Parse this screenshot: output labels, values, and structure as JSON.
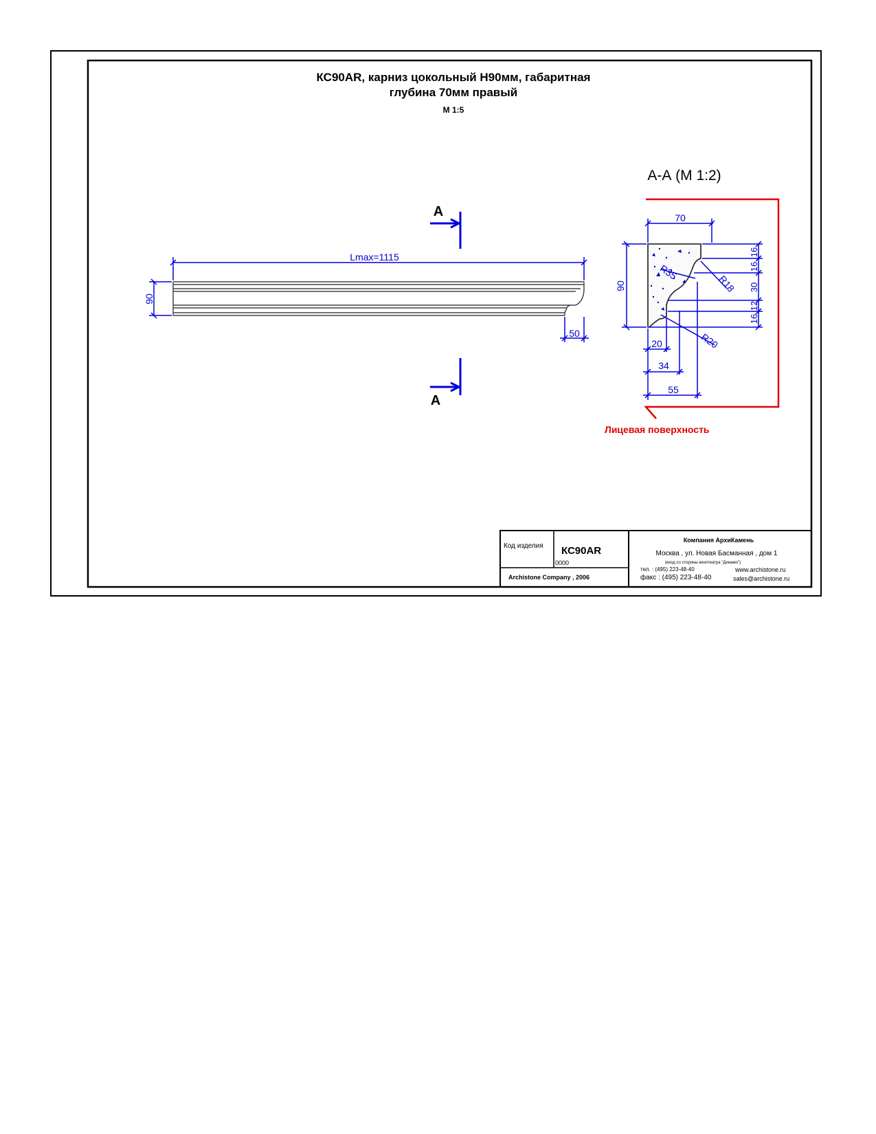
{
  "title": {
    "line1": "КС90AR, карниз цокольный Н90мм, габаритная",
    "line2": "глубина 70мм правый",
    "scale": "М 1:5"
  },
  "side_view": {
    "section_mark": "А",
    "length_label": "Lmax=1115",
    "height_label": "90",
    "bottom_label": "50"
  },
  "section": {
    "title": "А-А (М 1:2)",
    "width_top": "70",
    "height": "90",
    "right_dims": [
      "16",
      "16",
      "30",
      "12",
      "16"
    ],
    "radii": [
      "R35",
      "R18",
      "R20"
    ],
    "bottom_dims": [
      "20",
      "34",
      "55"
    ],
    "face_label": "Лицевая поверхность"
  },
  "title_block": {
    "code_label": "Код изделия",
    "code_value": "КС90AR",
    "number": "0000",
    "copyright": "Archistone  Company ,  2006",
    "company": "Компания  АрхиКамень",
    "address": "Москва , ул. Новая Басманная , дом 1",
    "note": "(вход со стороны кинотеатра \"Динамо\")",
    "tel": "тел.  :  (495) 223-48-40",
    "fax": "факс :  (495) 223-48-40",
    "web": "www.archistone.ru",
    "email": "sales@archistone.ru"
  },
  "colors": {
    "dimension": "#0000dd",
    "face": "#e00000",
    "frame": "#000000"
  }
}
